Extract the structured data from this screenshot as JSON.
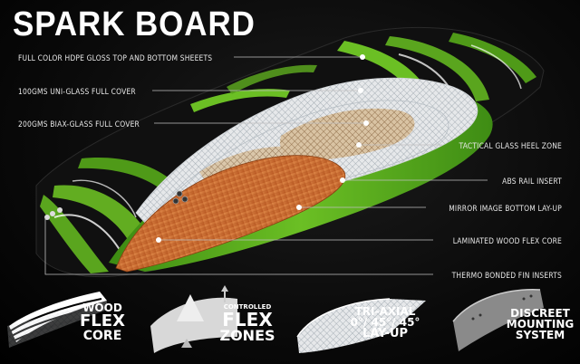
{
  "title": "SPARK BOARD",
  "callouts": {
    "top_sheet": "FULL COLOR HDPE GLOSS TOP AND BOTTOM SHEEETS",
    "uni_glass": "100GMS UNI-GLASS FULL COVER",
    "biax_glass": "200GMS BIAX-GLASS FULL COVER",
    "heel_zone": "TACTICAL GLASS HEEL ZONE",
    "abs_rail": "ABS RAIL INSERT",
    "mirror": "MIRROR IMAGE BOTTOM LAY-UP",
    "wood_core": "LAMINATED WOOD FLEX CORE",
    "fin_inserts": "THERMO BONDED FIN INSERTS"
  },
  "features": {
    "wood": {
      "l1": "WOOD",
      "l2": "FLEX",
      "l3": "CORE"
    },
    "flex": {
      "l1": "CONTROLLED",
      "l2": "FLEX",
      "l3": "ZONES"
    },
    "triaxial": {
      "l1": "TRI-AXIAL",
      "l2": "0°/ 45°/ 45°",
      "l3": "LAY-UP"
    },
    "mounting": {
      "l1": "DISCREET",
      "l2": "MOUNTING",
      "l3": "SYSTEM"
    }
  },
  "colors": {
    "accent_green": "#5aa51e",
    "wood": "#c96b32",
    "background": "#000000"
  }
}
